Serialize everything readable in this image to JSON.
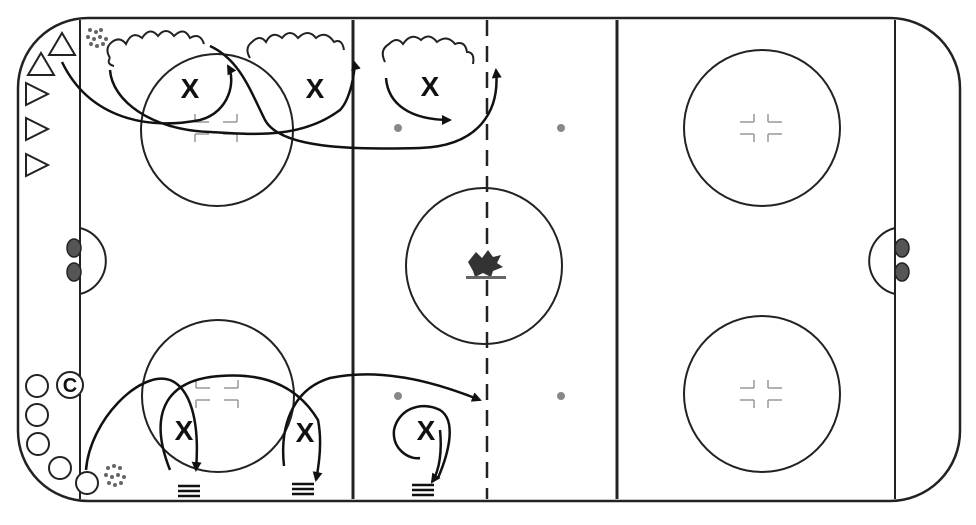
{
  "diagram": {
    "player_marks": [
      "X",
      "X",
      "X",
      "X",
      "X",
      "X"
    ],
    "coach_marks": [
      "C"
    ],
    "colors": {
      "ink": "#222222",
      "ice": "#ffffff",
      "logo_red": "#c8102e",
      "circle_fill": "#ffffff"
    },
    "icons": [
      "player-triangle-icon",
      "player-circle-icon",
      "puck-pile-icon",
      "net-icon",
      "center-logo-icon",
      "pylon-icon"
    ]
  }
}
